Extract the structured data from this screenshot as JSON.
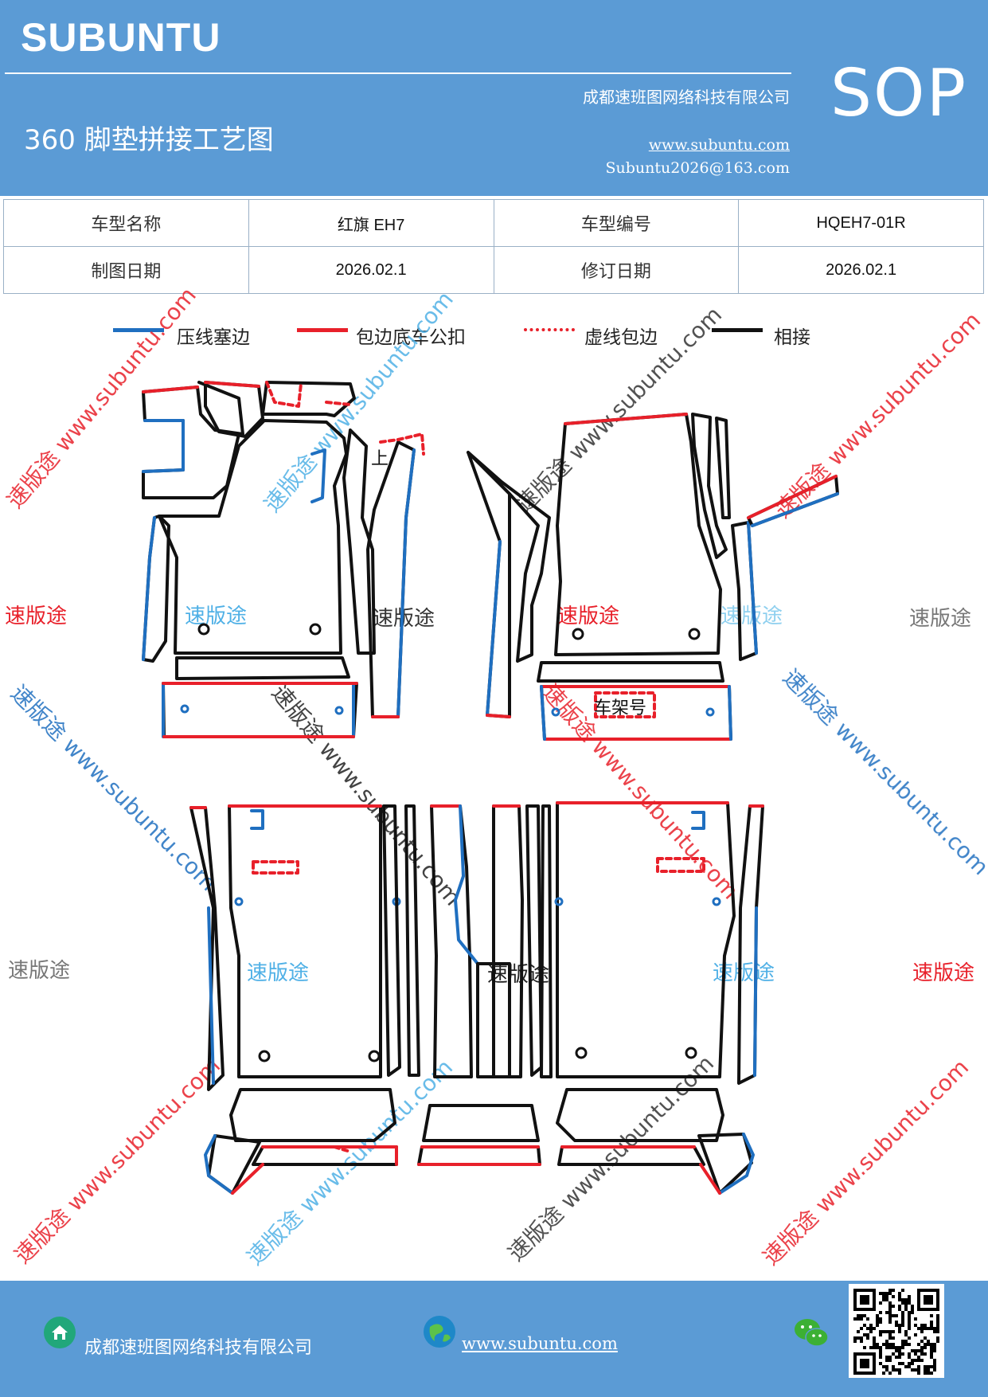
{
  "header": {
    "brand": "SUBUNTU",
    "title": "360 脚垫拼接工艺图",
    "company": "成都速班图网络科技有限公司",
    "website": "www.subuntu.com",
    "email": "Subuntu2026@163.com",
    "badge": "SOP"
  },
  "info_table": {
    "rows": [
      [
        "车型名称",
        "红旗 EH7",
        "车型编号",
        "HQEH7-01R"
      ],
      [
        "制图日期",
        "2026.02.1",
        "修订日期",
        "2026.02.1"
      ]
    ]
  },
  "legend": [
    {
      "label": "压线塞边",
      "color": "#1f6fc0",
      "style": "solid"
    },
    {
      "label": "包边底车公扣",
      "color": "#e8202a",
      "style": "solid"
    },
    {
      "label": "虚线包边",
      "color": "#e8202a",
      "style": "dashed"
    },
    {
      "label": "相接",
      "color": "#111111",
      "style": "solid"
    }
  ],
  "diagram": {
    "piece_labels": {
      "top": "上",
      "frame_number": "车架号"
    },
    "watermarks": {
      "brand_text": "速版途",
      "diagonal_text": "速版途 www.subuntu.com"
    }
  },
  "footer": {
    "company": "成都速班图网络科技有限公司",
    "website": "www.subuntu.com"
  },
  "icons": {
    "home": "home-icon",
    "globe": "globe-icon",
    "wechat": "wechat-icon",
    "qr": "qr-code"
  }
}
